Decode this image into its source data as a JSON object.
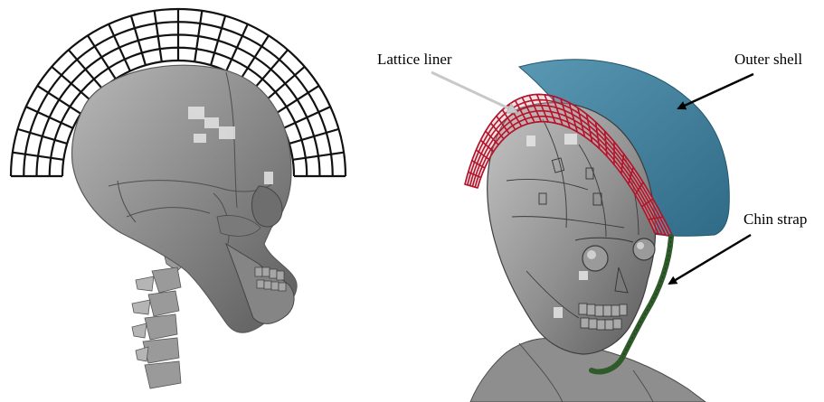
{
  "labels": {
    "lattice_liner": "Lattice liner",
    "outer_shell": "Outer shell",
    "chin_strap": "Chin strap"
  },
  "colors": {
    "background": "#ffffff",
    "skull_gray": "#8a8a8a",
    "lattice_liner": "#b3142a",
    "outer_shell": "#3f7f9b",
    "chin_strap": "#2f5a2a",
    "arrow": "#000000",
    "pointer_arrow": "#c8c8c8"
  },
  "panels": [
    {
      "name": "left-panel",
      "content": "skull-with-lattice-arc"
    },
    {
      "name": "right-panel",
      "content": "headform-with-helmet"
    }
  ]
}
